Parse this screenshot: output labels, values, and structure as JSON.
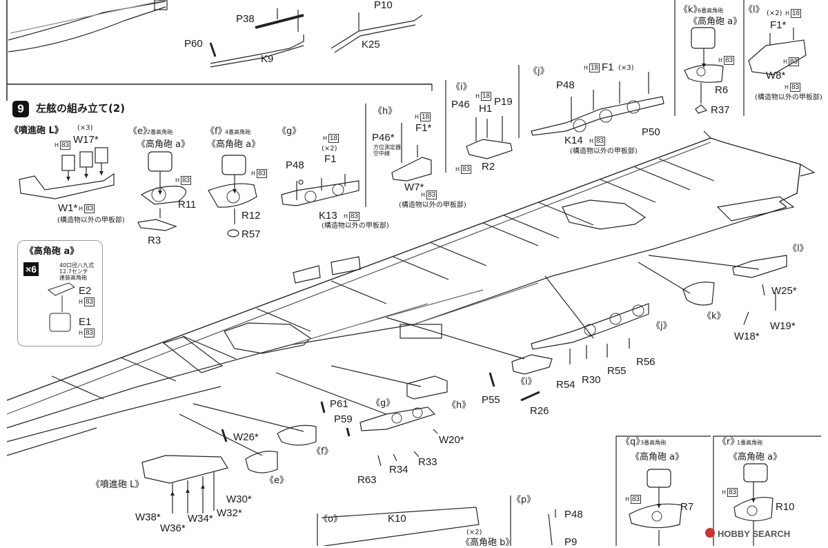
{
  "step": {
    "number": "9",
    "title": "左舷の組み立て(2)"
  },
  "callout": {
    "title": "《高角砲 a》",
    "multiplier": "×6",
    "note": "40口径八九式\n12.7センチ\n連装高角砲",
    "parts": [
      {
        "label": "E2",
        "runner": "83"
      },
      {
        "label": "E1",
        "runner": "83"
      }
    ]
  },
  "top_labels": [
    "P10",
    "P38",
    "P60",
    "K9",
    "K25"
  ],
  "groups": {
    "L": {
      "title": "《噴進砲 L》",
      "qty": "(×3)",
      "w17": "W17*",
      "w1": "W1*",
      "runner": "83",
      "note": "(構造物以外の甲板部)"
    },
    "e": {
      "title": "《e》",
      "sub": "2番高角砲",
      "gun": "《高角砲 a》",
      "r11": "R11",
      "r3": "R3",
      "runner": "83"
    },
    "f": {
      "title": "《f》",
      "sub": "4番高角砲",
      "gun": "《高角砲 a》",
      "r12": "R12",
      "r57": "R57",
      "runner": "83"
    },
    "g": {
      "title": "《g》",
      "qty": "(×2)",
      "p48": "P48",
      "f1": "F1",
      "k13": "K13",
      "runner": "83",
      "h18": "18",
      "note": "(構造物以外の甲板部)"
    },
    "h": {
      "title": "《h》",
      "p46": "P46*",
      "f1": "F1*",
      "w7": "W7*",
      "sub": "方位測定器\n空中線",
      "h18": "18",
      "runner": "83",
      "note": "(構造物以外の甲板部)"
    },
    "i": {
      "title": "《i》",
      "p46": "P46",
      "h1": "H1",
      "p19": "P19",
      "r2": "R2",
      "h18": "18",
      "runner": "83"
    },
    "j": {
      "title": "《j》",
      "p48": "P48",
      "f1": "F1",
      "qty": "(×3)",
      "k14": "K14",
      "p50": "P50",
      "h18": "18",
      "runner": "83",
      "note": "(構造物以外の甲板部)"
    },
    "k": {
      "title": "《k》",
      "sub": "6番高角砲",
      "gun": "《高角砲 a》",
      "r6": "R6",
      "r37": "R37",
      "runner": "83"
    },
    "l": {
      "title": "《l》",
      "qty": "(×2)",
      "f1": "F1*",
      "w8": "W8*",
      "h18": "18",
      "runner": "83",
      "note": "(構造物以外の甲板部)"
    }
  },
  "hull_labels": {
    "l_grp": "《l》",
    "w25": "W25*",
    "w19": "W19*",
    "w18": "W18*",
    "k_grp": "《k》",
    "j_grp": "《j》",
    "r54": "R54",
    "r30": "R30",
    "r55": "R55",
    "r56": "R56",
    "i_grp": "《i》",
    "p55": "P55",
    "r26": "R26",
    "p61": "P61",
    "p59": "P59",
    "g_grp": "《g》",
    "h_grp": "《h》",
    "w20": "W20*",
    "r63": "R63",
    "r34": "R34",
    "r33": "R33",
    "f_grp": "《f》",
    "w26": "W26*",
    "e_grp": "《e》",
    "w30": "W30*",
    "w32": "W32*",
    "w34": "W34*",
    "w36": "W36*",
    "w38": "W38*",
    "L_grp": "《噴進砲 L》"
  },
  "bottom": {
    "o": "《o》",
    "k10": "K10",
    "o_qty": "(×2)",
    "o_gun": "《高角砲 b》",
    "p": "《p》",
    "p48": "P48",
    "p9": "P9",
    "q": "《q》",
    "q_sub": "3番高角砲",
    "q_gun": "《高角砲 a》",
    "r7": "R7",
    "q_runner": "83",
    "r": "《r》",
    "r_sub": "1番高角砲",
    "r_gun": "《高角砲 a》",
    "r10": "R10",
    "r_runner": "83"
  },
  "watermark": "HOBBY SEARCH"
}
